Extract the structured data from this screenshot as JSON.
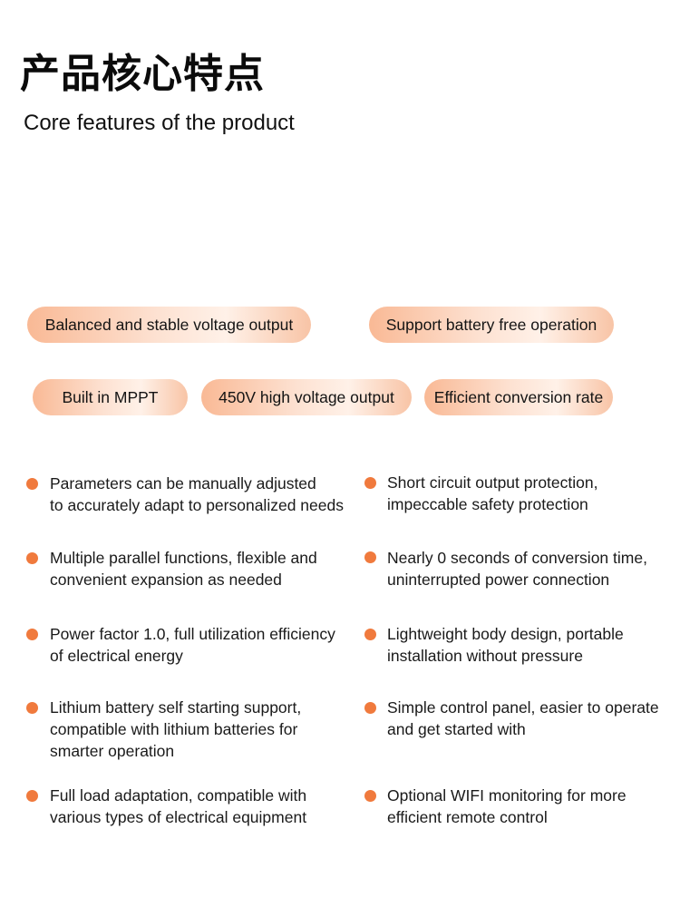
{
  "header": {
    "title_cn": "产品核心特点",
    "title_en": "Core features of the product"
  },
  "tags": [
    "Balanced and stable voltage output",
    "Support battery free operation",
    "Built in MPPT",
    "450V high voltage output",
    "Efficient conversion rate"
  ],
  "features_left": [
    "Parameters can be manually adjusted\nto accurately adapt to personalized needs",
    "Multiple parallel functions, flexible and\nconvenient expansion as needed",
    "Power factor 1.0, full utilization efficiency\nof electrical energy",
    "Lithium battery self starting support,\ncompatible with lithium batteries for\nsmarter operation",
    "Full load adaptation, compatible with\nvarious types of electrical equipment"
  ],
  "features_right": [
    "Short circuit output protection,\nimpeccable safety protection",
    "Nearly 0 seconds of conversion time,\nuninterrupted power connection",
    "Lightweight body design, portable\ninstallation without pressure",
    "Simple control panel, easier to operate\nand get started with",
    "Optional WIFI monitoring for more\nefficient remote control"
  ],
  "colors": {
    "bullet": "#f07a3d",
    "pill_gradient_start": "#f9b995",
    "pill_gradient_end": "#fff1e8"
  },
  "icons": {
    "bullet": "orange-dot-icon"
  }
}
